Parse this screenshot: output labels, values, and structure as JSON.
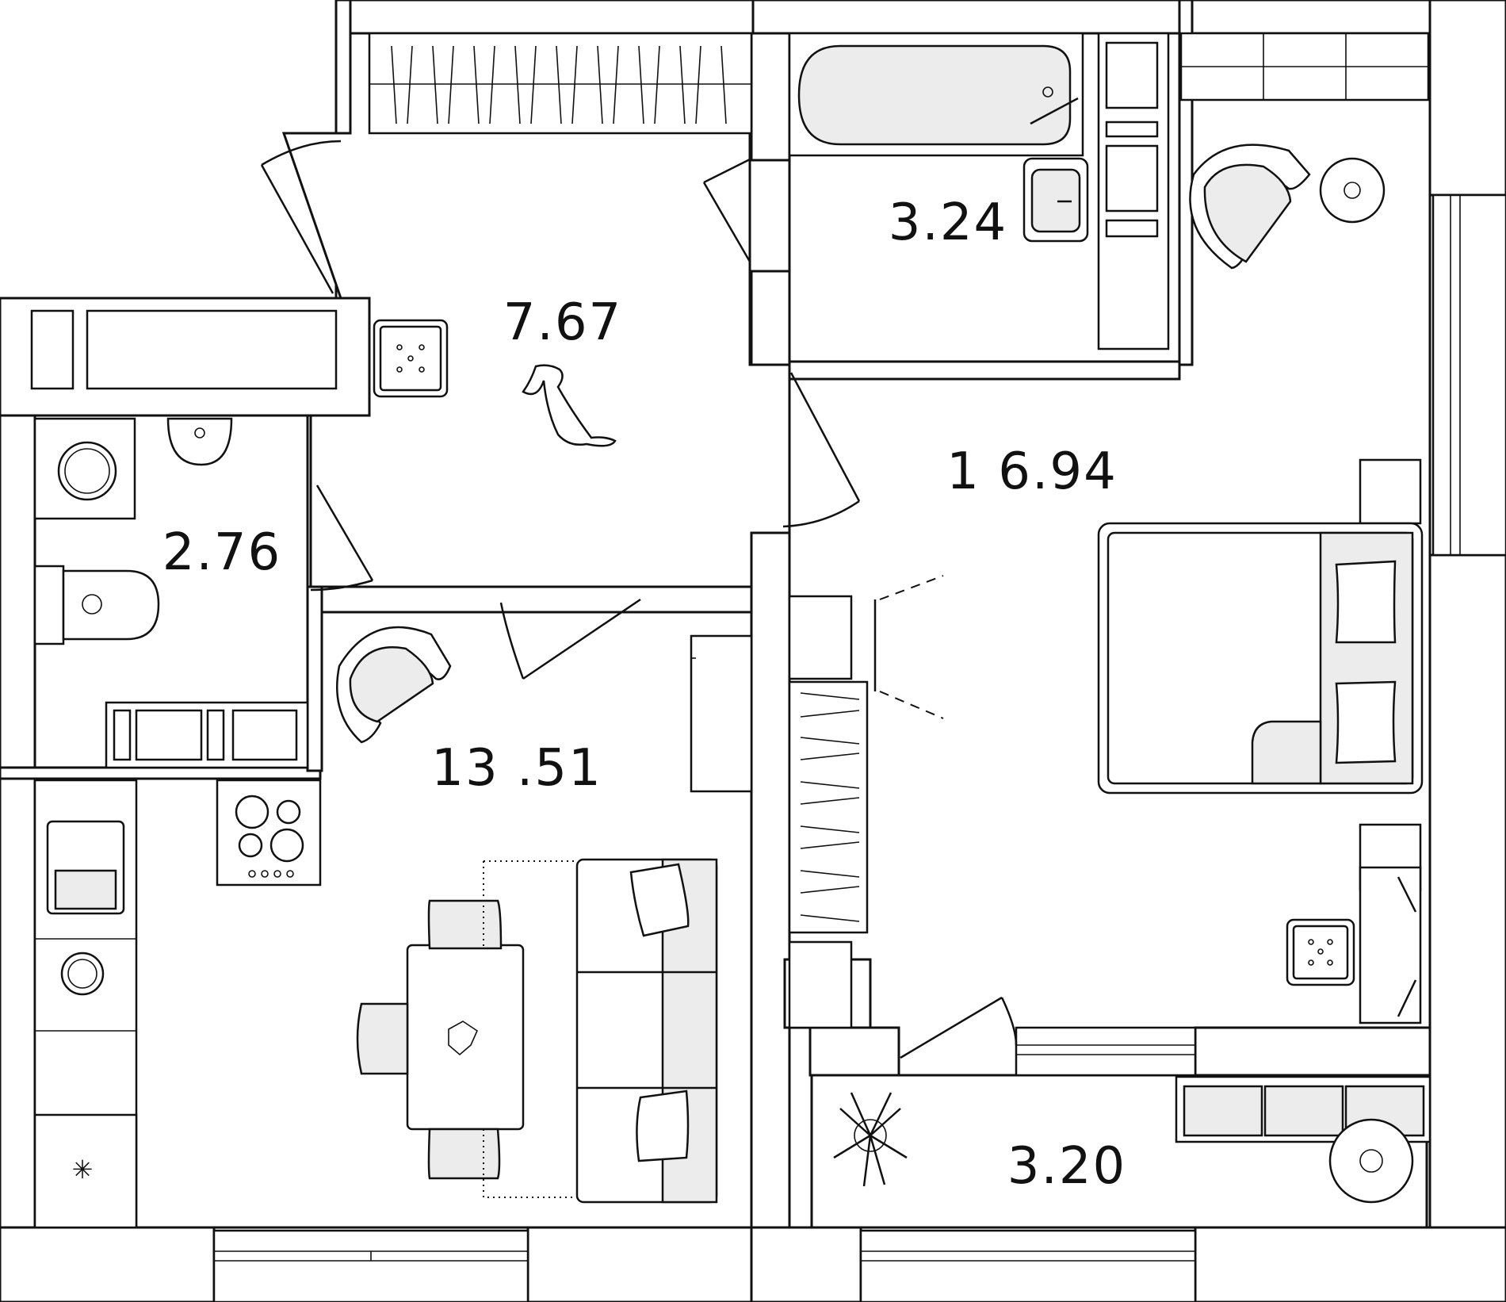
{
  "rooms": {
    "hall_area": "7.67",
    "bath_area": "3.24",
    "wc_area": "2.76",
    "kitchen_area": "13 .51",
    "bedroom_area": "1 6.94",
    "balcony_area": "3.20"
  },
  "colors": {
    "line": "#111111",
    "furniture_fill": "#ececec",
    "background": "#ffffff"
  }
}
